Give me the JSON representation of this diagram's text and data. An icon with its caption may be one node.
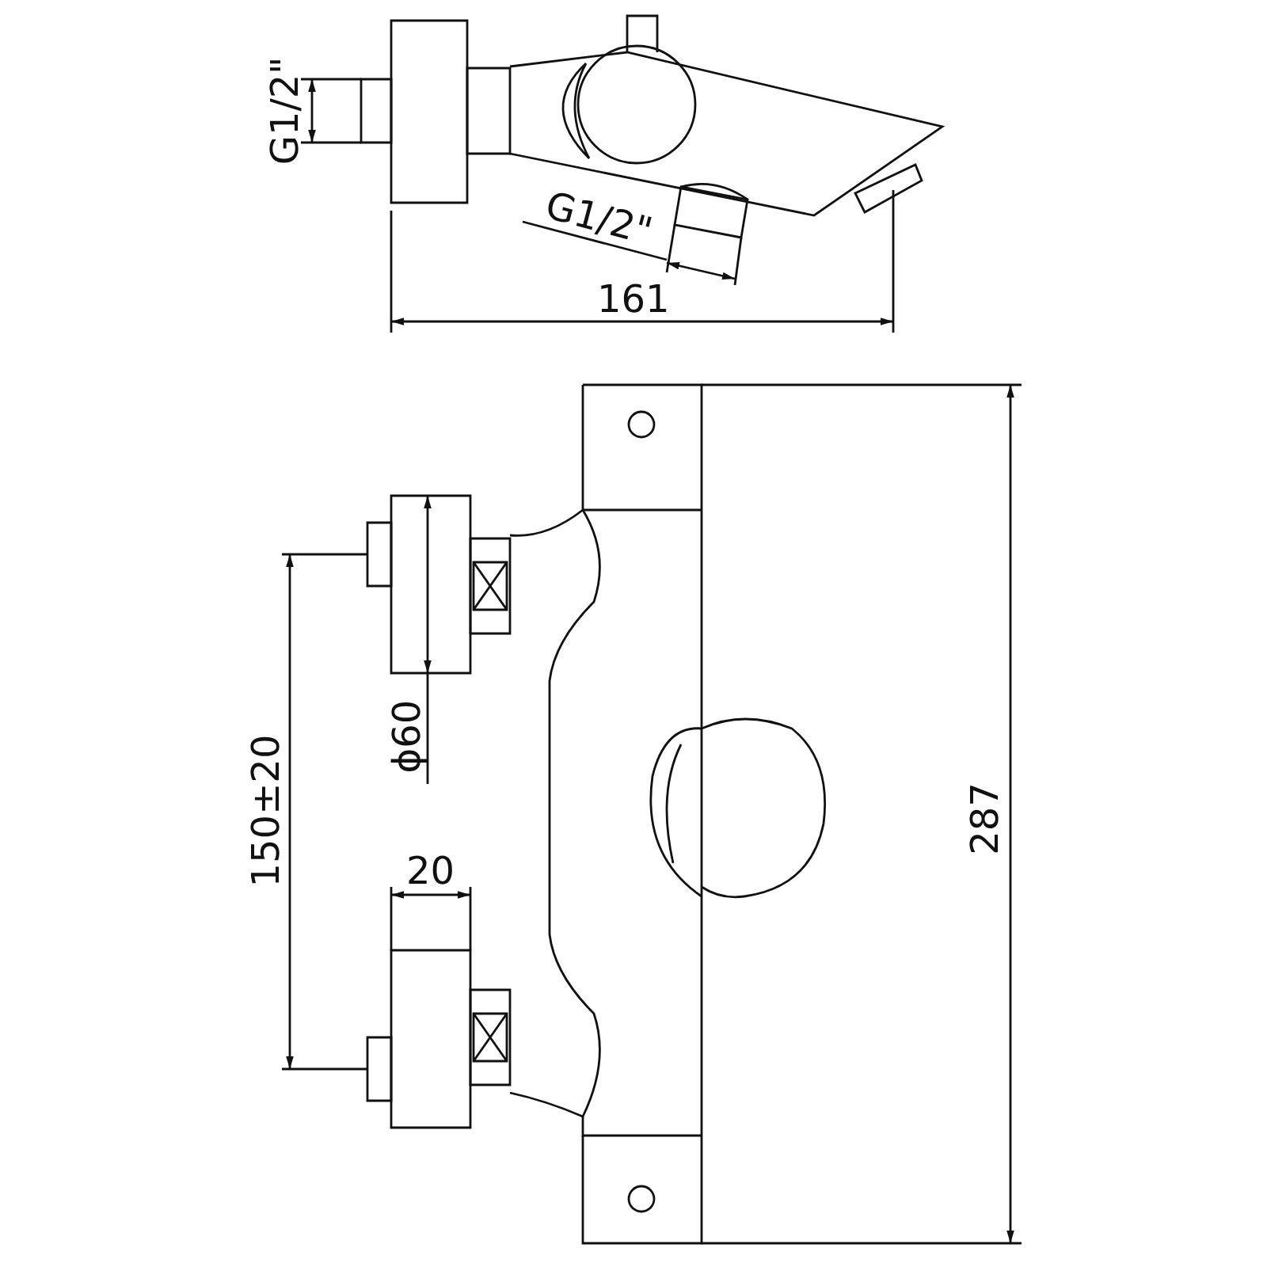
{
  "diagram": {
    "labels": [
      "G1/2\"",
      "G1/2\"",
      "161",
      "ϕ60",
      "150±20",
      "20",
      "287"
    ]
  }
}
